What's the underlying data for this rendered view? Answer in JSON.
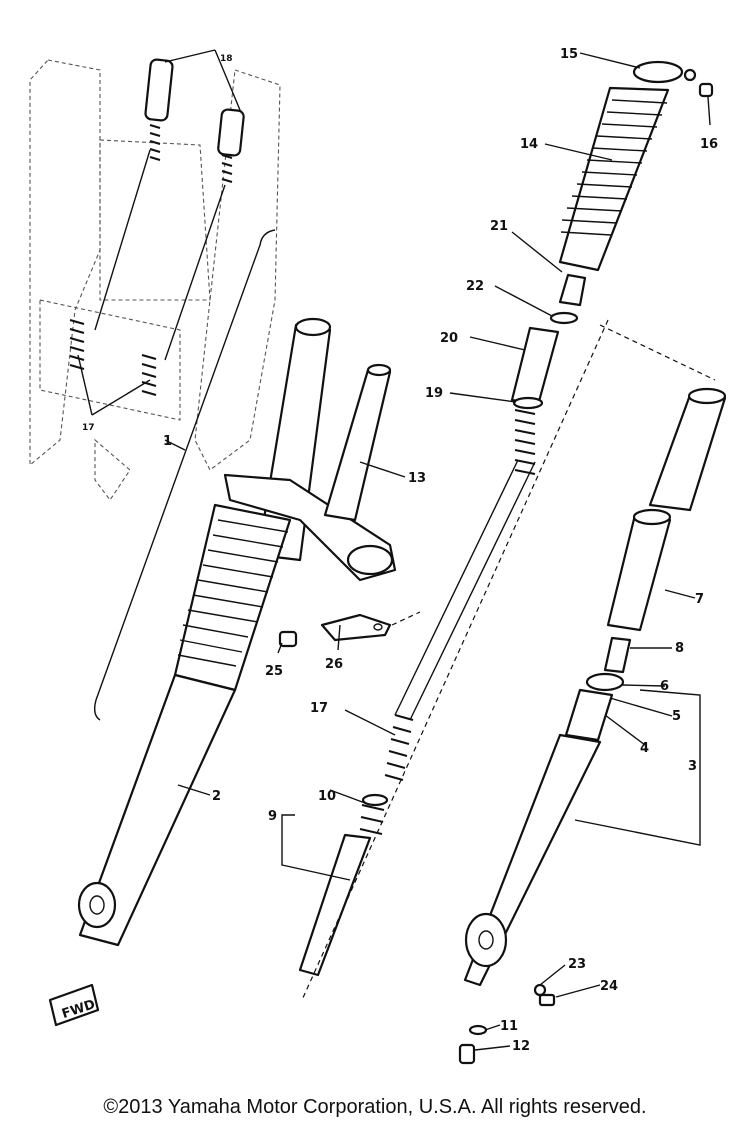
{
  "callouts": [
    "18",
    "15",
    "16",
    "14",
    "21",
    "22",
    "20",
    "19",
    "13",
    "1",
    "17",
    "7",
    "8",
    "6",
    "5",
    "4",
    "3",
    "25",
    "26",
    "17",
    "10",
    "9",
    "2",
    "23",
    "24",
    "11",
    "12"
  ],
  "direction_tag": "FWD",
  "copyright": "©2013 Yamaha Motor Corporation, U.S.A. All rights reserved."
}
